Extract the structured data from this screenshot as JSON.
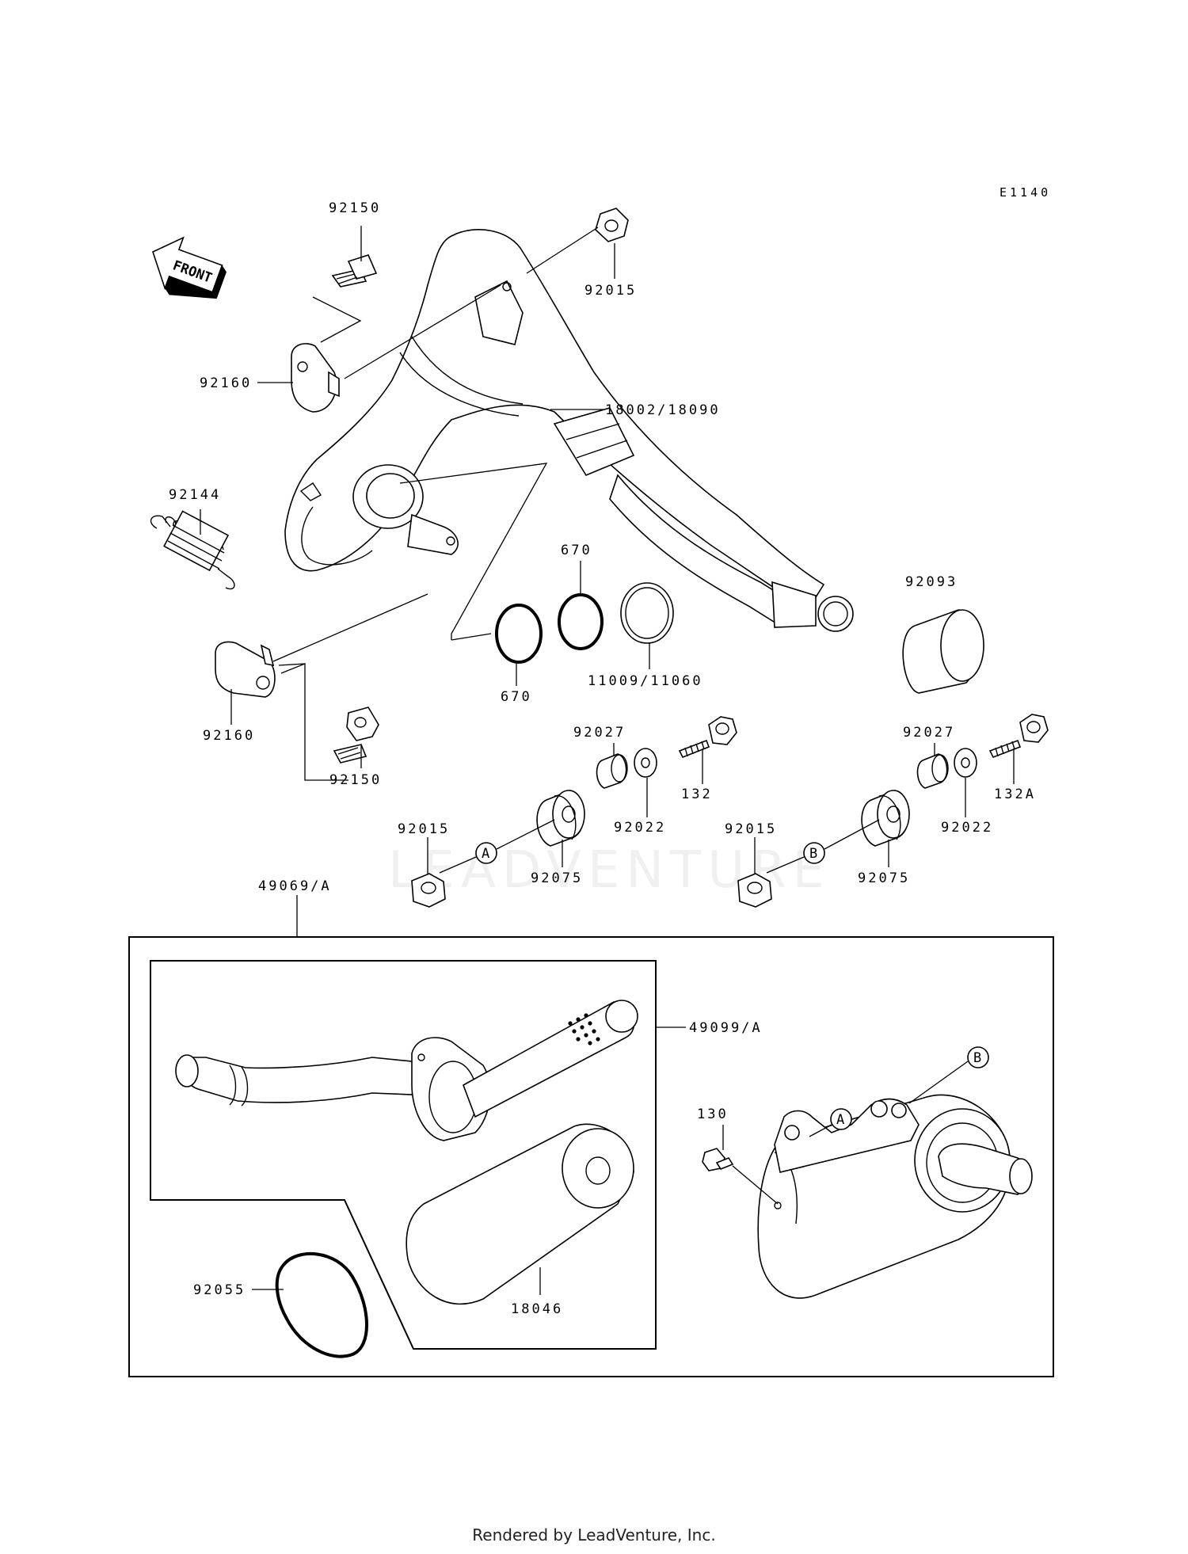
{
  "diagram_code": "E1140",
  "front_label": "FRONT",
  "watermark": "LEADVENTURE",
  "footer": "Rendered by LeadVenture, Inc.",
  "callouts": {
    "a": "A",
    "b": "B"
  },
  "labels": {
    "p92150_top": "92150",
    "p92015_top": "92015",
    "p92160_top": "92160",
    "p18002": "18002/18090",
    "p92144": "92144",
    "p670_top": "670",
    "p670_bottom": "670",
    "p11009": "11009/11060",
    "p92093": "92093",
    "p92160_bottom": "92160",
    "p92150_bottom": "92150",
    "p92027_left": "92027",
    "p132": "132",
    "p92022_left": "92022",
    "p92075_left": "92075",
    "p92015_left": "92015",
    "p92027_right": "92027",
    "p132a": "132A",
    "p92022_right": "92022",
    "p92075_right": "92075",
    "p92015_right": "92015",
    "p49069": "49069/A",
    "p49099": "49099/A",
    "p130": "130",
    "p92055": "92055",
    "p18046": "18046"
  }
}
